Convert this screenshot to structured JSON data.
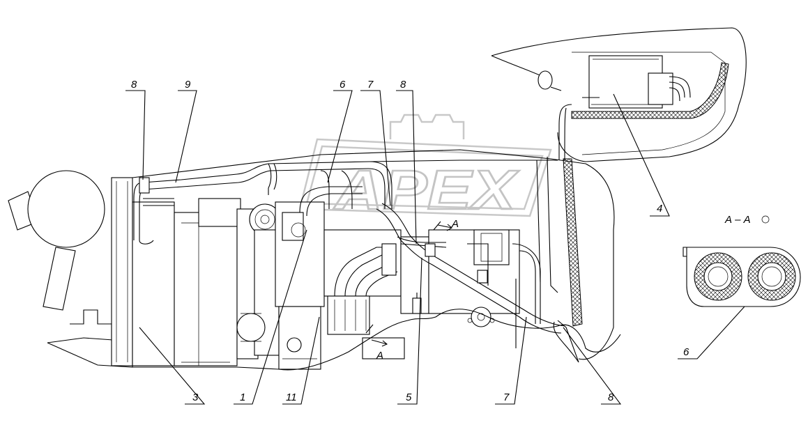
{
  "watermark": {
    "text": "APEX"
  },
  "callouts": [
    {
      "id": "c-8-left",
      "label": "8"
    },
    {
      "id": "c-9",
      "label": "9"
    },
    {
      "id": "c-6-top",
      "label": "6"
    },
    {
      "id": "c-7-top",
      "label": "7"
    },
    {
      "id": "c-8-top",
      "label": "8"
    },
    {
      "id": "c-4",
      "label": "4"
    },
    {
      "id": "c-3",
      "label": "3"
    },
    {
      "id": "c-1",
      "label": "1"
    },
    {
      "id": "c-11",
      "label": "11"
    },
    {
      "id": "c-5",
      "label": "5"
    },
    {
      "id": "c-7-bottom",
      "label": "7"
    },
    {
      "id": "c-8-bottom",
      "label": "8"
    },
    {
      "id": "c-6-section",
      "label": "6"
    }
  ],
  "section": {
    "title": "А – А",
    "cut_label_top": "А",
    "cut_label_bottom": "А"
  }
}
